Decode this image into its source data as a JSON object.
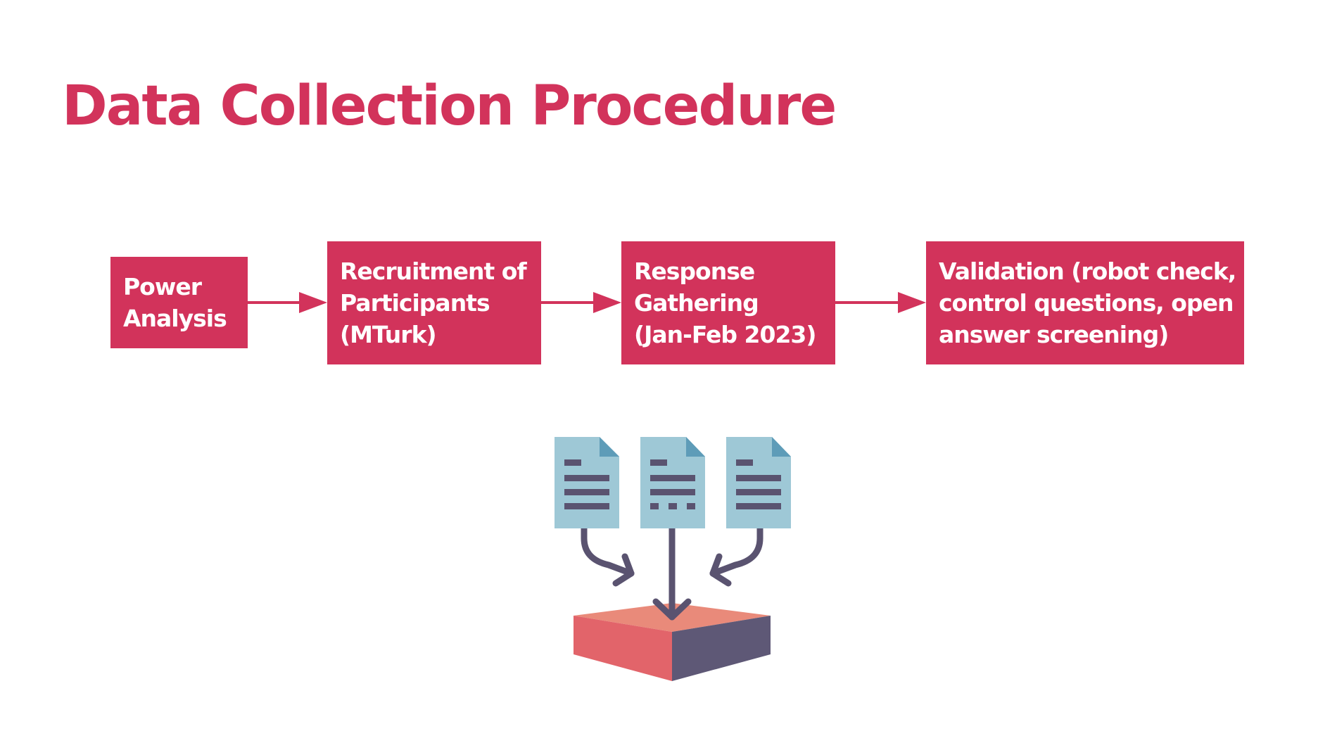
{
  "slide": {
    "title": "Data Collection Procedure"
  },
  "steps": [
    {
      "lines": [
        "Power",
        "Analysis"
      ]
    },
    {
      "lines": [
        "Recruitment of",
        "Participants",
        "(MTurk)"
      ]
    },
    {
      "lines": [
        "Response",
        "Gathering",
        "(Jan-Feb 2023)"
      ]
    },
    {
      "lines": [
        "Validation (robot check,",
        "control questions, open",
        "answer screening)"
      ]
    }
  ],
  "colors": {
    "accent": "#d2335b",
    "document": "#9ec8d6",
    "document_fold": "#5e9cb8",
    "text_lines": "#5a5370",
    "tray_top": "#e98a7a",
    "tray_left": "#e2646a",
    "tray_right": "#5e5876"
  },
  "icons": {
    "illustration": "documents-merge-icon"
  }
}
